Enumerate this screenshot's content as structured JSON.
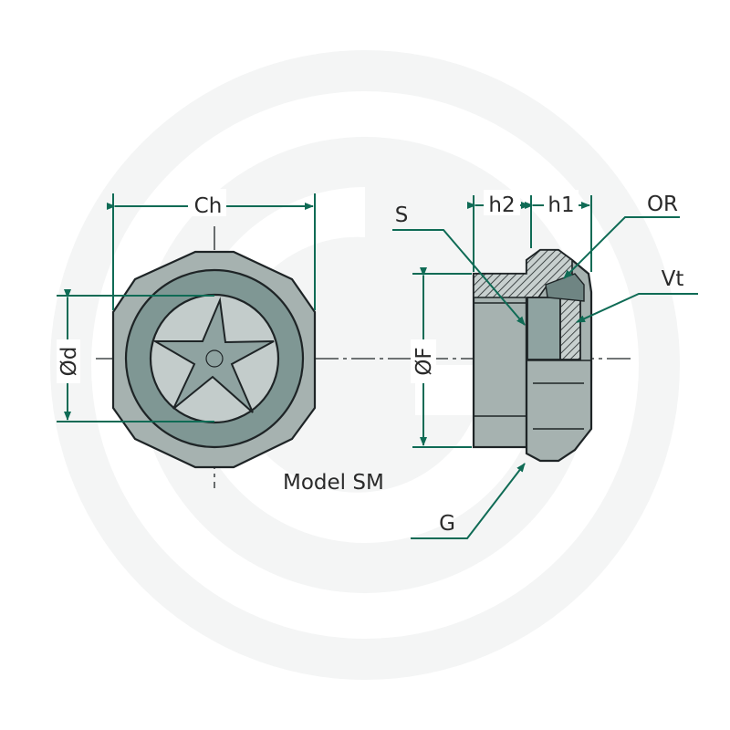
{
  "labels": {
    "width_across_flats": "Ch",
    "inner_diameter": "Ød",
    "thread_diameter": "ØF",
    "height_2": "h2",
    "height_1": "h1",
    "screen": "S",
    "o_ring": "OR",
    "glass": "Vt",
    "thread": "G",
    "model": "Model SM"
  },
  "colors": {
    "dimension_line": "#0f6b55",
    "body_fill": "#a6b2b0",
    "ring_fill": "#7f9794",
    "window_fill": "#c3cccb",
    "star_fill": "#8fa3a1",
    "hatch_fill": "#6f8583",
    "watermark": "#f4f5f5",
    "outline": "#1e2426"
  },
  "watermark": {
    "icon": "circular-brand-logo-watermark"
  }
}
